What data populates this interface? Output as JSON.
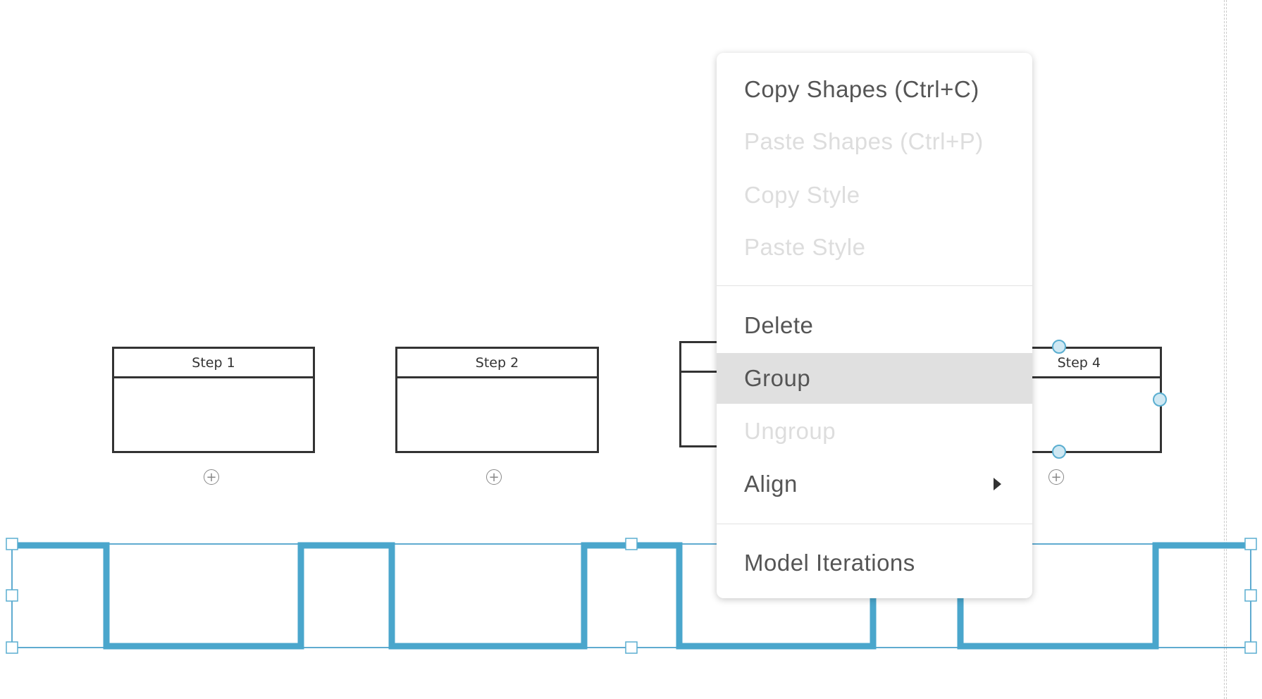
{
  "canvas": {
    "steps": [
      {
        "label": "Step 1"
      },
      {
        "label": "Step 2"
      },
      {
        "label": ""
      },
      {
        "label": "Step 4"
      }
    ],
    "add_icon": "plus-circle-icon",
    "selection_color": "#2a8fc0",
    "connector_color": "#4aa6cc"
  },
  "context_menu": {
    "items": [
      {
        "label": "Copy Shapes (Ctrl+C)",
        "enabled": true
      },
      {
        "label": "Paste Shapes (Ctrl+P)",
        "enabled": false
      },
      {
        "label": "Copy Style",
        "enabled": false
      },
      {
        "label": "Paste Style",
        "enabled": false
      },
      {
        "label": "Delete",
        "enabled": true
      },
      {
        "label": "Group",
        "enabled": true,
        "highlighted": true
      },
      {
        "label": "Ungroup",
        "enabled": false
      },
      {
        "label": "Align",
        "enabled": true,
        "submenu": true
      },
      {
        "label": "Model Iterations",
        "enabled": true
      }
    ]
  }
}
